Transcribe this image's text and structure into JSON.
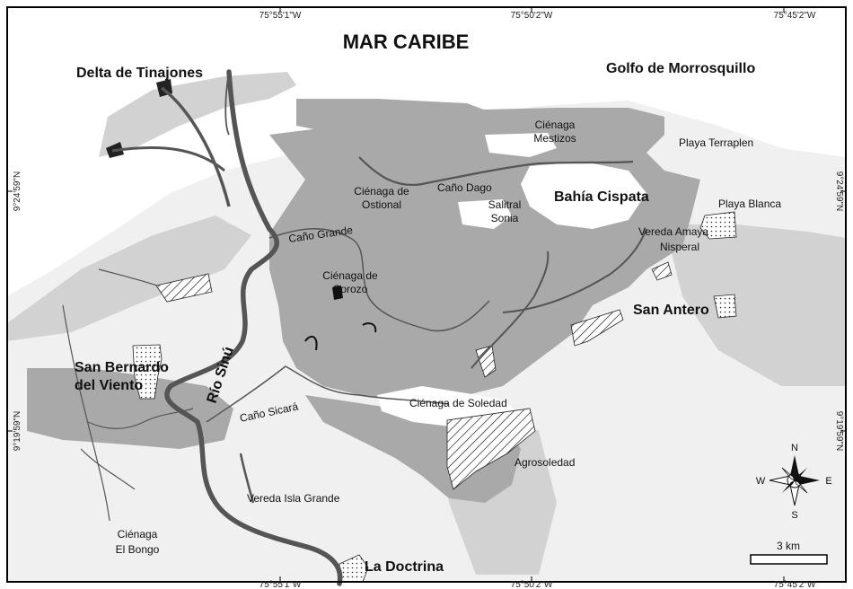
{
  "title": "MAR CARIBE",
  "coordinates": {
    "top": [
      "75°55'1\"W",
      "75°50'2\"W",
      "75°45'2\"W"
    ],
    "bottom": [
      "75°55'1\"W",
      "75°50'2\"W",
      "75°45'2\"W"
    ],
    "left": [
      "9°24'59\"N",
      "9°19'59\"N"
    ],
    "right": [
      "9°24'59\"N",
      "9°19'59\"N"
    ]
  },
  "places": {
    "delta_tinajones": "Delta de Tinajones",
    "golfo_morrosquillo": "Golfo de Morrosquillo",
    "cienaga_mestizos_1": "Ciénaga",
    "cienaga_mestizos_2": "Mestizos",
    "playa_terraplen": "Playa Terraplen",
    "cienaga_ostional_1": "Ciénaga de",
    "cienaga_ostional_2": "Ostional",
    "cano_dago": "Caño Dago",
    "salitral_sonia_1": "Salitral",
    "salitral_sonia_2": "Sonia",
    "bahia_cispata": "Bahía Cispata",
    "playa_blanca": "Playa Blanca",
    "vereda_amaya": "Vereda Amaya",
    "nisperal": "Nisperal",
    "cano_grande": "Caño Grande",
    "cienaga_corozo_1": "Ciénaga de",
    "cienaga_corozo_2": "Corozo",
    "san_antero": "San Antero",
    "san_bernardo_1": "San Bernardo",
    "san_bernardo_2": "del Viento",
    "rio_sinu": "Río Sinú",
    "cano_sicara": "Caño Sicará",
    "cienaga_soledad": "Ciénaga de Soledad",
    "agrosoledad": "Agrosoledad",
    "vereda_isla_grande": "Vereda Isla Grande",
    "cienaga_bongo_1": "Ciénaga",
    "cienaga_bongo_2": "El Bongo",
    "la_doctrina": "La Doctrina"
  },
  "compass": {
    "n": "N",
    "s": "S",
    "e": "E",
    "w": "W"
  },
  "scale_bar": {
    "label": "3 km"
  },
  "colors": {
    "land": "#f0f0f0",
    "sea": "#ffffff",
    "mangrove": "#a9a9a9",
    "shallow": "#d2d2d2",
    "river": "#555555",
    "frame": "#000000"
  }
}
